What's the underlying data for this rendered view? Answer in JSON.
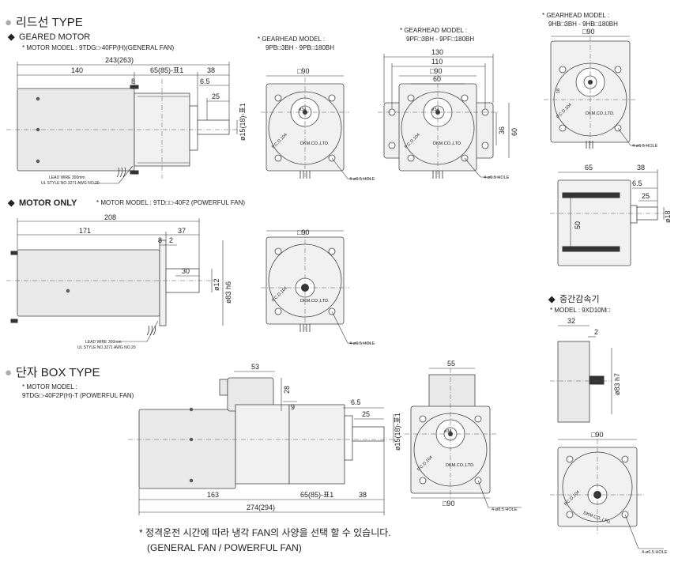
{
  "sections": {
    "lead": {
      "bullet": "●",
      "title": "리드선 TYPE"
    },
    "geared": {
      "bullet": "◆",
      "title": "GEARED MOTOR",
      "model": "* MOTOR MODEL : 9TDG□-40FP(H)(GENERAL FAN)"
    },
    "motor_only": {
      "bullet": "◆",
      "title": "MOTOR ONLY",
      "model": "* MOTOR MODEL : 9TD□□-40F2 (POWERFUL FAN)"
    },
    "box": {
      "bullet": "●",
      "title": "단자 BOX TYPE",
      "model_label": "* MOTOR MODEL :",
      "model": "9TDG□-40F2P(H)-T (POWERFUL FAN)"
    },
    "gear_pb": {
      "label": "* GEARHEAD MODEL :",
      "model": "9PB□3BH - 9PB□180BH"
    },
    "gear_pf": {
      "label": "* GEARHEAD MODEL :",
      "model": "9PF□3BH - 9PF□180BH"
    },
    "gear_hb": {
      "label": "* GEARHEAD MODEL :",
      "model": "9HB□3BH - 9HB□180BH"
    },
    "reducer": {
      "bullet": "◆",
      "title": "중간감속기",
      "model": "* MODEL : 9XD10M□"
    }
  },
  "notes": {
    "line1": "* 정격운전 시간에 따라 냉각 FAN의 사양을 선택 할 수 있습니다.",
    "line2": "(GENERAL FAN / POWERFUL FAN)"
  },
  "lead_wire": {
    "line1": "LEAD WIRE 300mm",
    "line2": "UL STYLE NO.3271 AWG NO.20"
  },
  "dims": {
    "gm_total": "243(263)",
    "gm_140": "140",
    "gm_65": "65(85)-표1",
    "gm_38": "38",
    "gm_8": "8",
    "gm_65b": "6.5",
    "gm_25": "25",
    "gm_shaft": "ø15(18)-표1",
    "mo_208": "208",
    "mo_171": "171",
    "mo_37": "37",
    "mo_8": "8",
    "mo_2": "2",
    "mo_30": "30",
    "mo_12": "ø12",
    "mo_pilot": "ø83 h6",
    "pb_sq": "□90",
    "pf_130": "130",
    "pf_110": "110",
    "pf_sq": "□90",
    "pf_60": "60",
    "pf_36": "36",
    "pf_60v": "60",
    "hb_sq": "□90",
    "hb_65": "65",
    "hb_38": "38",
    "hb_65b": "6.5",
    "hb_25": "25",
    "hb_50": "50",
    "hb_18": "ø18",
    "bx_53": "53",
    "bx_28": "28",
    "bx_9": "9",
    "bx_65": "6.5",
    "bx_25": "25",
    "bx_shaft": "ø15(18)-표1",
    "bx_163": "163",
    "bx_274": "274(294)",
    "bx_65b": "65(85)-표1",
    "bx_38": "38",
    "bf_55": "55",
    "bf_sq": "□90",
    "rd_32": "32",
    "rd_2": "2",
    "rd_pilot": "ø83 h7",
    "rd_sq": "□90"
  },
  "face_labels": {
    "pcd": "P.C.D.104",
    "d34": "ø34",
    "maker": "DKM.CO.,LTD.",
    "hole": "4-ø6.5 HOLE",
    "hole_b": "4-ø8.5 HOLE",
    "d18": "18"
  }
}
